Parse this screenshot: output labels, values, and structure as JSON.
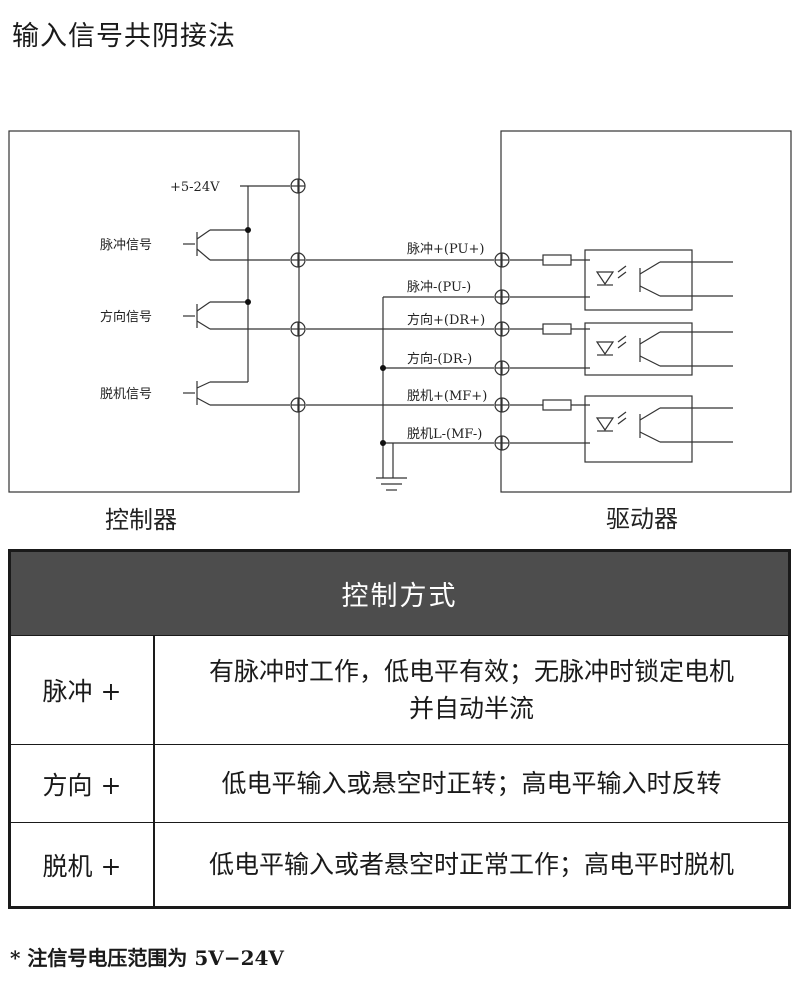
{
  "page": {
    "title": "输入信号共阴接法"
  },
  "diagram": {
    "supply_label": "+5-24V",
    "controller_signals": [
      "脉冲信号",
      "方向信号",
      "脱机信号"
    ],
    "terminal_labels": [
      "脉冲+(PU+)",
      "脉冲-(PU-)",
      "方向+(DR+)",
      "方向-(DR-)",
      "脱机+(MF+)",
      "脱机L-(MF-)"
    ],
    "controller_label": "控制器",
    "driver_label": "驱动器"
  },
  "table": {
    "header": "控制方式",
    "rows": [
      {
        "key": "脉冲 +",
        "lines": [
          "有脉冲时工作，低电平有效；无脉冲时锁定电机",
          "并自动半流"
        ]
      },
      {
        "key": "方向 +",
        "lines": [
          "低电平输入或悬空时正转；高电平输入时反转"
        ]
      },
      {
        "key": "脱机 +",
        "lines": [
          "低电平输入或者悬空时正常工作；高电平时脱机"
        ]
      }
    ]
  },
  "note": "* 注信号电压范围为 5V−24V"
}
